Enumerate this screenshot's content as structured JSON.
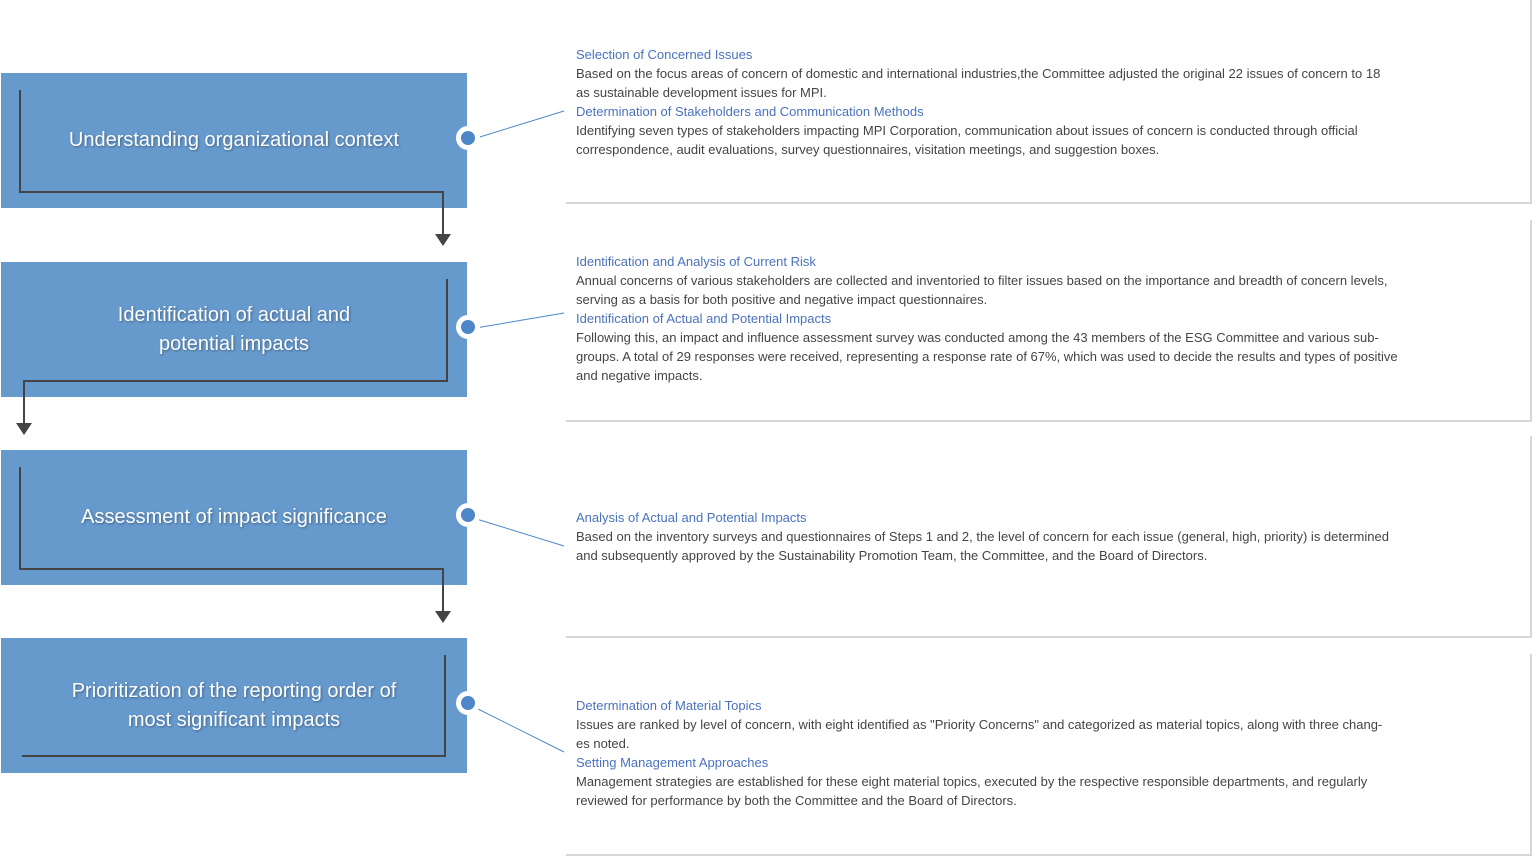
{
  "colors": {
    "box": "#6699CC",
    "connector": "#4D87C7",
    "heading": "#4A72BE",
    "text": "#444444",
    "arrow": "#444444",
    "panel_border": "#D6D6D6"
  },
  "steps": [
    {
      "title_lines": [
        "Understanding organizational context"
      ],
      "entries": [
        {
          "heading": "Selection of Concerned Issues",
          "lines": [
            "Based on the focus areas of concern of domestic and international industries,the Committee adjusted the original 22 issues of concern to 18",
            "as sustainable development issues for MPI."
          ]
        },
        {
          "heading": "Determination of Stakeholders and Communication Methods",
          "lines": [
            "Identifying seven types of stakeholders impacting MPI Corporation, communication about issues of concern is conducted through official",
            "correspondence, audit evaluations, survey questionnaires, visitation meetings, and suggestion boxes."
          ]
        }
      ]
    },
    {
      "title_lines": [
        "Identification of actual and",
        "potential impacts"
      ],
      "entries": [
        {
          "heading": "Identification and Analysis of Current Risk",
          "lines": [
            "Annual concerns of various stakeholders are collected and inventoried to filter issues based on the importance and breadth of concern levels,",
            "serving as a basis for both positive and negative impact questionnaires."
          ]
        },
        {
          "heading": "Identification of Actual and Potential Impacts",
          "lines": [
            "Following this, an impact and influence assessment survey was conducted among the 43 members of the ESG Committee and various sub-",
            "groups. A total of 29 responses were received, representing a response rate of 67%, which was used to decide the results and types of positive",
            "and negative impacts."
          ]
        }
      ]
    },
    {
      "title_lines": [
        "Assessment of impact significance"
      ],
      "entries": [
        {
          "heading": "Analysis of Actual and Potential Impacts",
          "lines": [
            "Based on the inventory surveys and questionnaires of Steps 1 and 2, the level of concern for each issue (general, high, priority) is determined",
            "and subsequently approved by the Sustainability Promotion Team, the Committee, and the Board of Directors."
          ]
        }
      ]
    },
    {
      "title_lines": [
        "Prioritization of the reporting order of",
        "most significant impacts"
      ],
      "entries": [
        {
          "heading": "Determination of Material Topics",
          "lines": [
            "Issues are ranked by level of concern, with eight identified as \"Priority Concerns\" and categorized as material topics, along with three chang-",
            "es noted."
          ]
        },
        {
          "heading": "Setting Management Approaches",
          "lines": [
            "Management strategies are established for these eight material topics, executed by the respective responsible departments, and regularly",
            "reviewed for performance by both the Committee and the Board of Directors."
          ]
        }
      ]
    }
  ]
}
